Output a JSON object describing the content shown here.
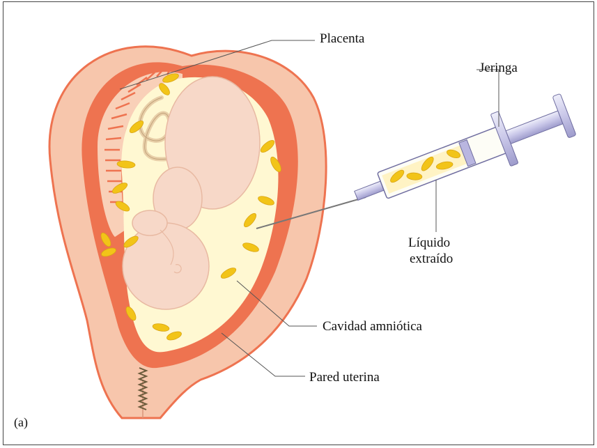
{
  "labels": {
    "placenta": "Placenta",
    "jeringa": "Jeringa",
    "liquido_line1": "Líquido",
    "liquido_line2": "extraído",
    "cavidad": "Cavidad amniótica",
    "pared": "Pared uterina",
    "panel": "(a)"
  },
  "colors": {
    "uterus_outer": "#f7c6ac",
    "uterus_wall": "#ee7350",
    "amniotic_fluid": "#fff8d2",
    "fetus": "#f7d8c8",
    "cells": "#f2c418",
    "syringe": "#c8c6e8",
    "leader": "#555555"
  }
}
